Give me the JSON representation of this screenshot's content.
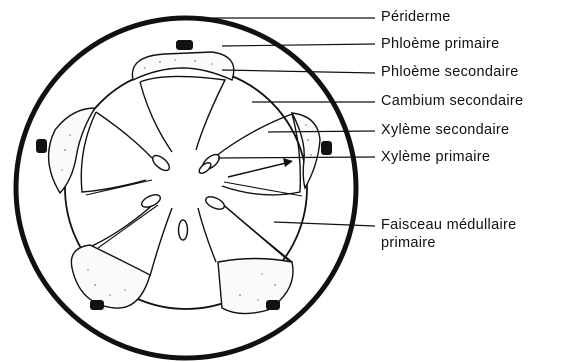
{
  "labels": {
    "periderme": "Périderme",
    "phloeme_primaire": "Phloème primaire",
    "phloeme_secondaire": "Phloème secondaire",
    "cambium_secondaire": "Cambium secondaire",
    "xyleme_secondaire": "Xylème secondaire",
    "xyleme_primaire": "Xylème primaire",
    "faisceau_line1": "Faisceau médullaire",
    "faisceau_line2": "primaire"
  },
  "colors": {
    "ink": "#111111",
    "background": "#ffffff",
    "stipple": "#9a9a9a"
  }
}
